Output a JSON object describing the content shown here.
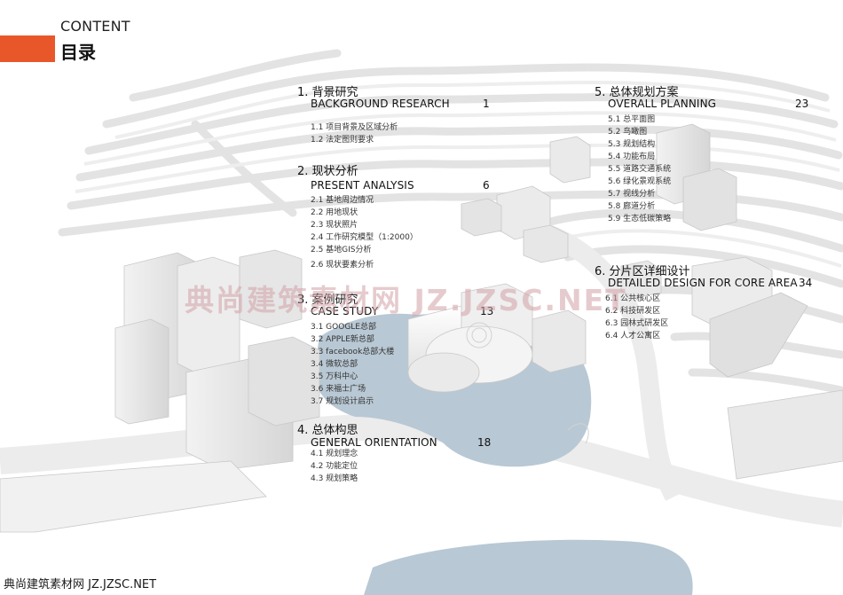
{
  "header": {
    "en": "CONTENT",
    "cn": "目录"
  },
  "sections": [
    {
      "title": "1. 背景研究",
      "en": "BACKGROUND RESEARCH",
      "page": "1",
      "items": [
        "1.1 项目背景及区域分析",
        "1.2 法定图则要求"
      ]
    },
    {
      "title": "2. 现状分析",
      "en": "PRESENT ANALYSIS",
      "page": "6",
      "items": [
        "2.1  基地周边情况",
        "2.2  用地现状",
        "2.3  现状照片",
        "2.4  工作研究模型（1:2000）",
        "2.5  基地GIS分析",
        "2.6  现状要素分析"
      ]
    },
    {
      "title": "3. 案例研究",
      "en": "CASE STUDY",
      "page": "13",
      "items": [
        "3.1 GOOGLE总部",
        "3.2 APPLE新总部",
        "3.3 facebook总部大楼",
        "3.4 微软总部",
        "3.5 万科中心",
        "3.6 来福士广场",
        "3.7 规划设计启示"
      ]
    },
    {
      "title": "4. 总体构思",
      "en": "GENERAL ORIENTATION",
      "page": "18",
      "items": [
        "4.1 规划理念",
        "4.2 功能定位",
        "4.3 规划策略"
      ]
    },
    {
      "title": "5. 总体规划方案",
      "en": "OVERALL PLANNING",
      "page": "23",
      "items": [
        "5.1 总平面图",
        "5.2 鸟瞰图",
        "5.3 规划结构",
        "5.4 功能布局",
        "5.5 道路交通系统",
        "5.6 绿化景观系统",
        "5.7 视线分析",
        "5.8 廊道分析",
        "5.9 生态低碳策略"
      ]
    },
    {
      "title": "6. 分片区详细设计",
      "en": "DETAILED DESIGN FOR CORE AREA",
      "page": "34",
      "items": [
        "6.1 公共核心区",
        "6.2 科技研发区",
        "6.3 园林式研发区",
        "6.4 人才公寓区"
      ]
    }
  ],
  "watermark": "典尚建筑素材网 JZ.JZSC.NET",
  "footer": "典尚建筑素材网 JZ.JZSC.NET",
  "colors": {
    "accent": "#e8572a",
    "water": "#b8c8d4",
    "terrain": "#e4e4e4"
  }
}
